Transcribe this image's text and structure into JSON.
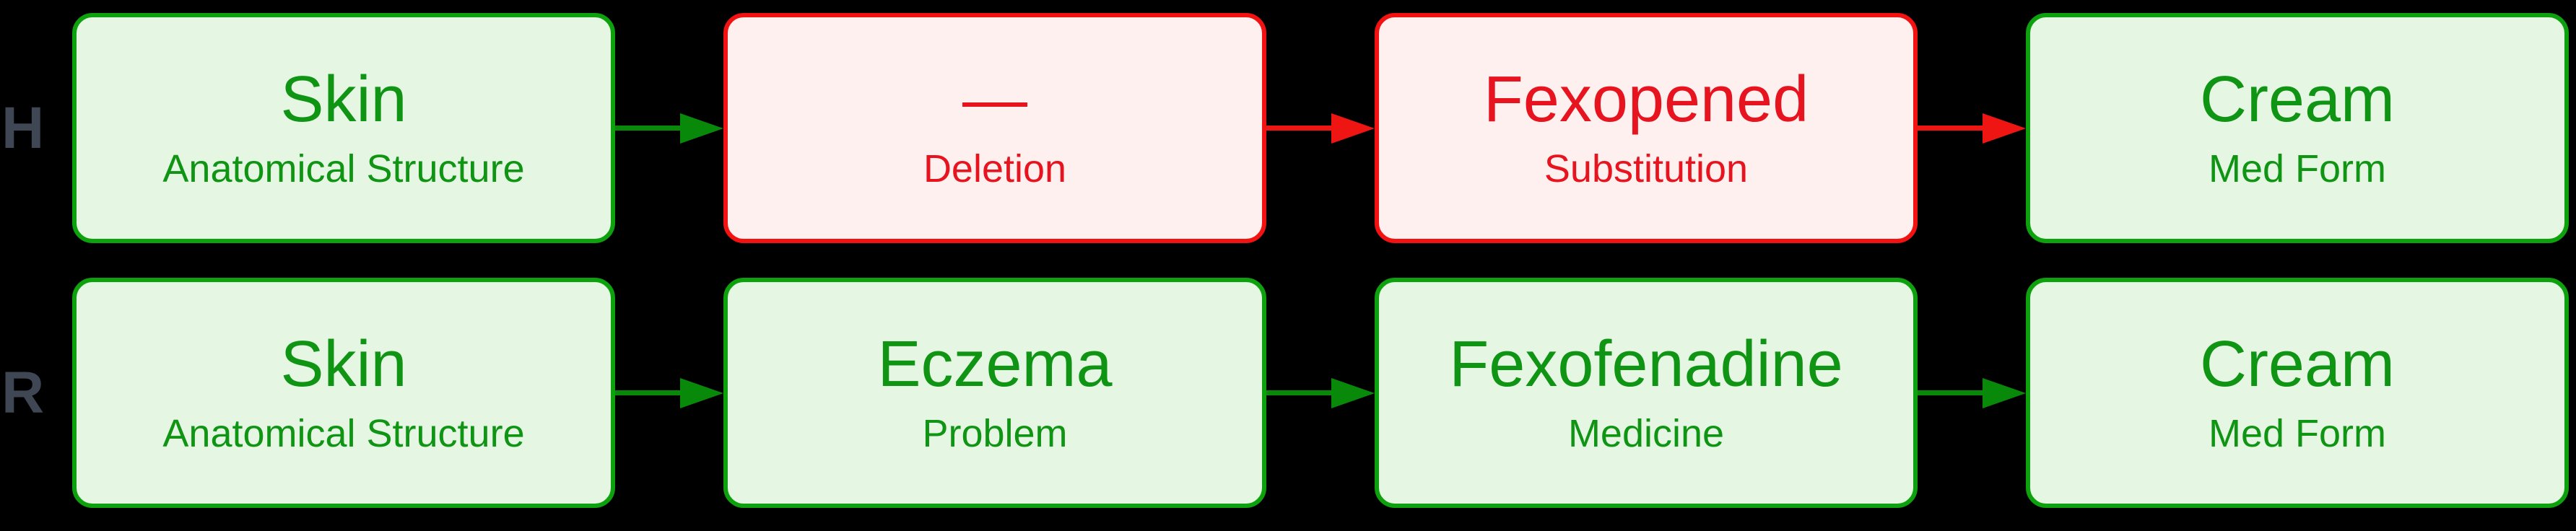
{
  "colors": {
    "background": "#000000",
    "row_label": "#3e4753",
    "green_border": "#0da10d",
    "green_fill": "#e5f7e3",
    "green_text": "#0f9414",
    "red_border": "#f21212",
    "red_fill": "#fdf0ee",
    "red_text": "#e71420",
    "arrow_green": "#098909",
    "arrow_red": "#ee1512"
  },
  "rows": [
    {
      "label": "H",
      "nodes": [
        {
          "title": "Skin",
          "subtitle": "Anatomical Structure",
          "status": "ok"
        },
        {
          "title": "—",
          "subtitle": "Deletion",
          "status": "error"
        },
        {
          "title": "Fexopened",
          "subtitle": "Substitution",
          "status": "error"
        },
        {
          "title": "Cream",
          "subtitle": "Med Form",
          "status": "ok"
        }
      ],
      "arrows": [
        "green",
        "red",
        "red"
      ]
    },
    {
      "label": "R",
      "nodes": [
        {
          "title": "Skin",
          "subtitle": "Anatomical Structure",
          "status": "ok"
        },
        {
          "title": "Eczema",
          "subtitle": "Problem",
          "status": "ok"
        },
        {
          "title": "Fexofenadine",
          "subtitle": "Medicine",
          "status": "ok"
        },
        {
          "title": "Cream",
          "subtitle": "Med Form",
          "status": "ok"
        }
      ],
      "arrows": [
        "green",
        "green",
        "green"
      ]
    }
  ]
}
